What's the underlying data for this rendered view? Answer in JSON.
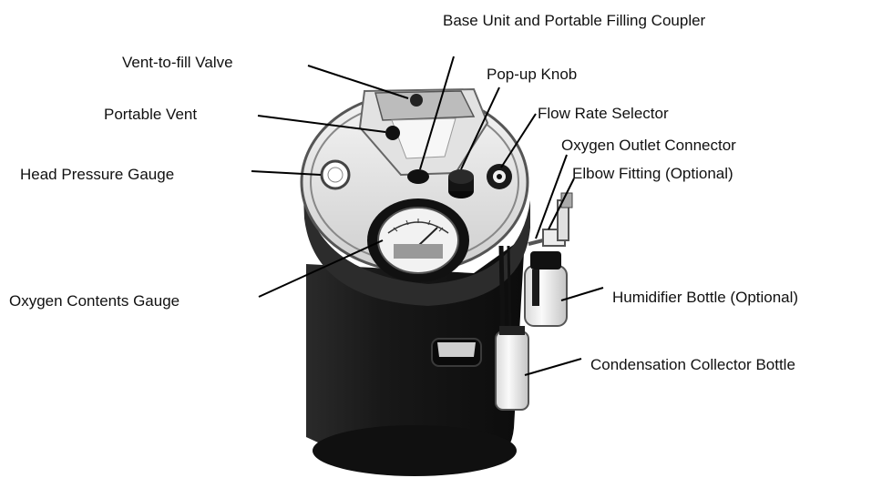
{
  "labels": {
    "base_unit": "Base Unit and Portable Filling Coupler",
    "vent_to_fill": "Vent-to-fill Valve",
    "popup_knob": "Pop-up Knob",
    "portable_vent": "Portable Vent",
    "flow_rate": "Flow Rate Selector",
    "oxygen_outlet": "Oxygen Outlet Connector",
    "head_pressure": "Head Pressure Gauge",
    "elbow_fitting": "Elbow Fitting (Optional)",
    "contents_gauge": "Oxygen Contents Gauge",
    "humidifier": "Humidifier Bottle (Optional)",
    "condensation": "Condensation Collector Bottle"
  },
  "colors": {
    "body": "#1c1c1c",
    "lid": "#e8e8e8",
    "leader": "#000000"
  }
}
